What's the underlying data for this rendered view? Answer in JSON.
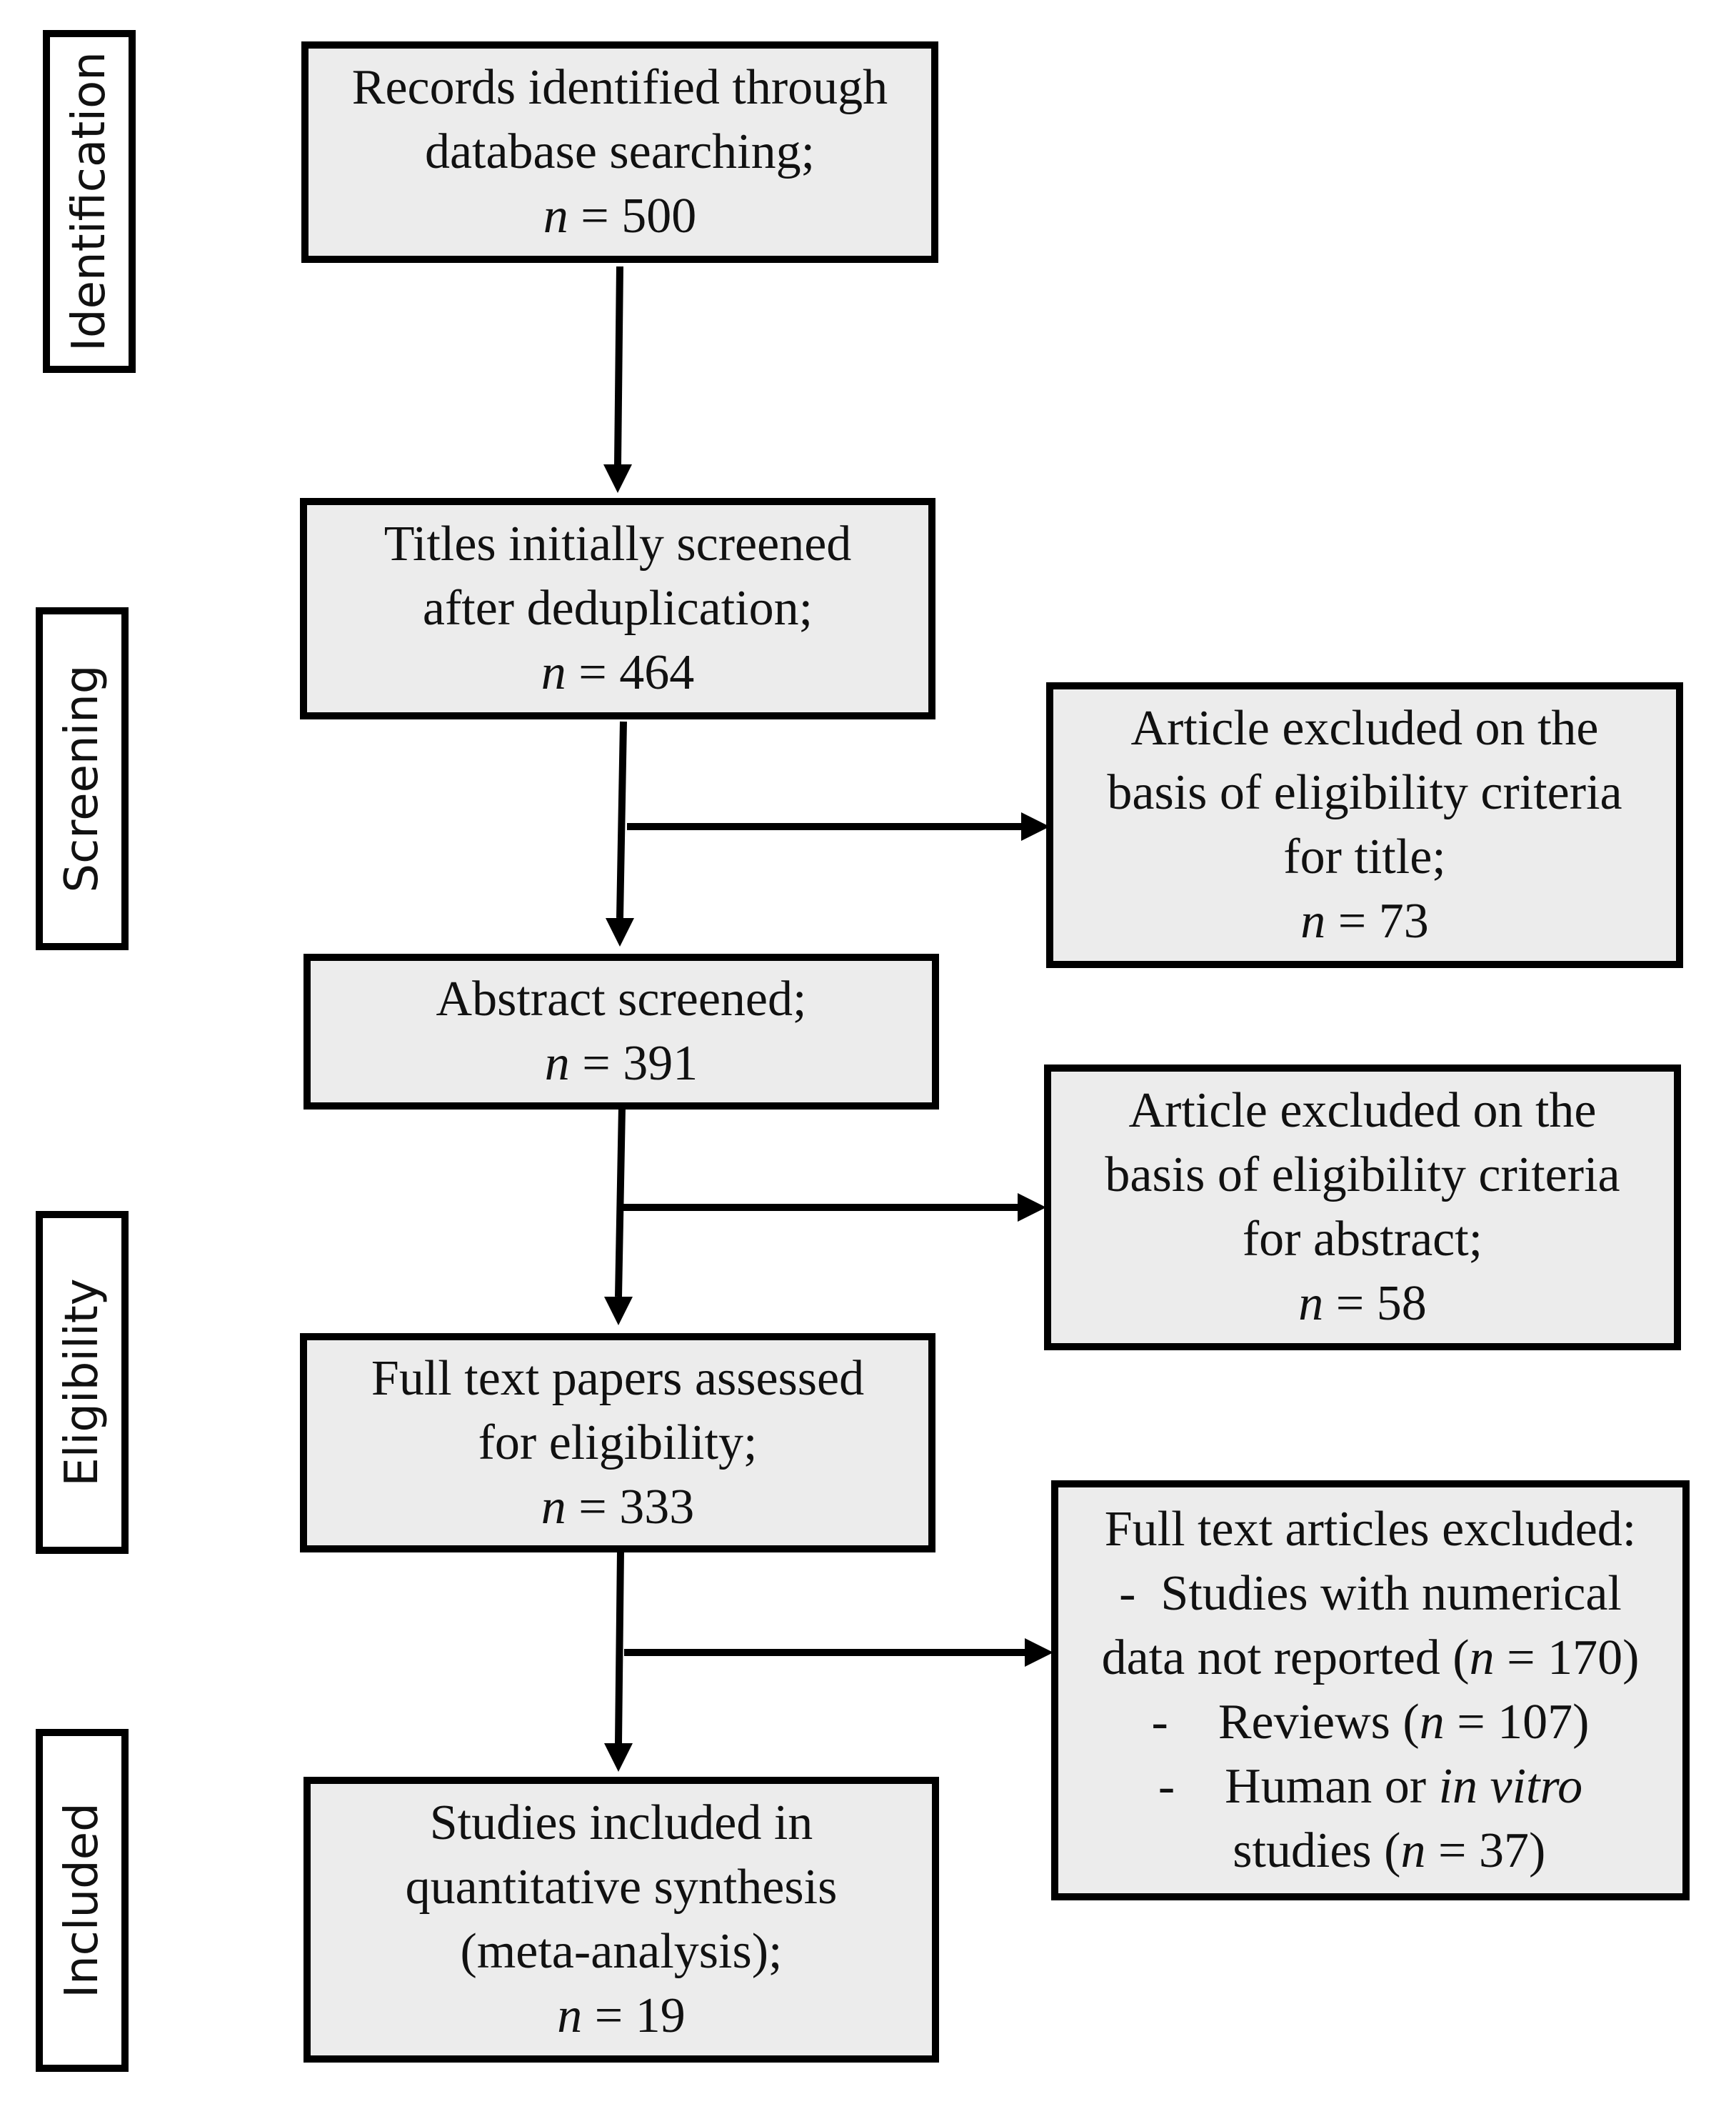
{
  "stages": {
    "identification": "Identification",
    "screening": "Screening",
    "eligibility": "Eligibility",
    "included": "Included"
  },
  "records": {
    "line1": "Records identified through",
    "line2": "database searching;",
    "n_label": "n",
    "n_value": "= 500"
  },
  "titles": {
    "line1": "Titles initially screened",
    "line2": "after deduplication;",
    "n_label": "n",
    "n_value": "= 464"
  },
  "abstract": {
    "line1": "Abstract screened;",
    "n_label": "n",
    "n_value": "= 391"
  },
  "fulltext": {
    "line1": "Full text papers assessed",
    "line2": "for eligibility;",
    "n_label": "n",
    "n_value": "= 333"
  },
  "included_box": {
    "line1": "Studies included in",
    "line2": "quantitative synthesis",
    "line3": "(meta-analysis);",
    "n_label": "n",
    "n_value": "= 19"
  },
  "excluded_title": {
    "line1": "Article excluded on the",
    "line2": "basis of eligibility criteria",
    "line3": "for title;",
    "n_label": "n",
    "n_value": "= 73"
  },
  "excluded_abstract": {
    "line1": "Article excluded on the",
    "line2": "basis of eligibility criteria",
    "line3": "for abstract;",
    "n_label": "n",
    "n_value": "= 58"
  },
  "excluded_fulltext": {
    "heading": "Full text articles excluded:",
    "item1_dash": "-",
    "item1_a": "Studies with numerical",
    "item1_b": "data not reported (",
    "item1_n": "n",
    "item1_c": "= 170)",
    "item2_dash": "-",
    "item2_a": "Reviews (",
    "item2_n": "n",
    "item2_c": "= 107)",
    "item3_dash": "-",
    "item3_a": "Human or",
    "item3_em": "in vitro",
    "item3_b": "studies (",
    "item3_n": "n",
    "item3_c": "= 37)"
  }
}
